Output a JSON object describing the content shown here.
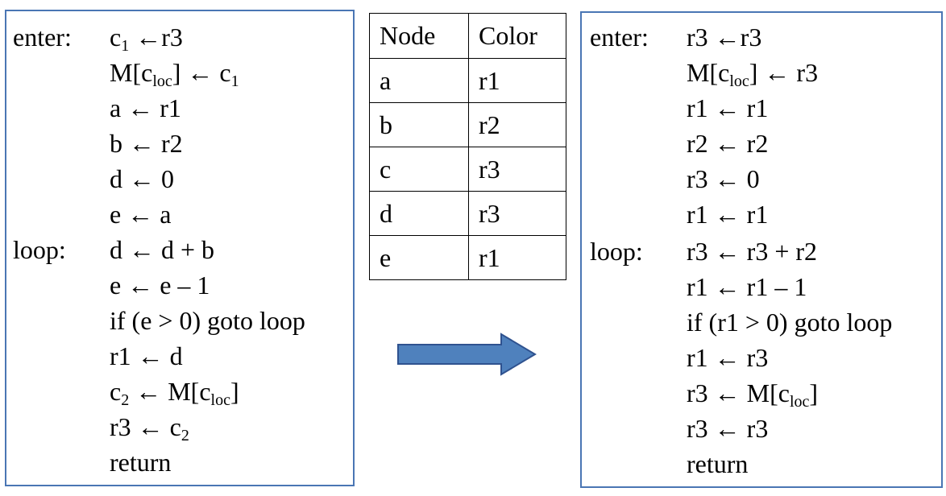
{
  "left": {
    "labels": {
      "enter": "enter:",
      "loop": "loop:"
    },
    "lines": [
      [
        "c",
        "1",
        " ←r3",
        "",
        ""
      ],
      [
        "M[c",
        "loc",
        "] ← c",
        "1",
        ""
      ],
      [
        "a ← r1",
        "",
        "",
        "",
        ""
      ],
      [
        "b ← r2",
        "",
        "",
        "",
        ""
      ],
      [
        "d ← 0",
        "",
        "",
        "",
        ""
      ],
      [
        "e ← a",
        "",
        "",
        "",
        ""
      ],
      [
        "d ← d + b",
        "",
        "",
        "",
        ""
      ],
      [
        "e ← e – 1",
        "",
        "",
        "",
        ""
      ],
      [
        "if (e > 0) goto loop",
        "",
        "",
        "",
        ""
      ],
      [
        "r1 ← d",
        "",
        "",
        "",
        ""
      ],
      [
        "c",
        "2",
        " ← M[c",
        "loc",
        "]"
      ],
      [
        "r3 ← c",
        "2",
        "",
        "",
        ""
      ],
      [
        "return",
        "",
        "",
        "",
        ""
      ]
    ]
  },
  "table": {
    "headers": [
      "Node",
      "Color"
    ],
    "rows": [
      [
        "a",
        "r1"
      ],
      [
        "b",
        "r2"
      ],
      [
        "c",
        "r3"
      ],
      [
        "d",
        "r3"
      ],
      [
        "e",
        "r1"
      ]
    ]
  },
  "right": {
    "labels": {
      "enter": "enter:",
      "loop": "loop:"
    },
    "lines": [
      [
        "r3 ←r3",
        "",
        ""
      ],
      [
        "M[c",
        "loc",
        "] ← r3"
      ],
      [
        "r1 ← r1",
        "",
        ""
      ],
      [
        "r2 ← r2",
        "",
        ""
      ],
      [
        "r3 ← 0",
        "",
        ""
      ],
      [
        "r1 ← r1",
        "",
        ""
      ],
      [
        "r3 ← r3 + r2",
        "",
        ""
      ],
      [
        "r1 ← r1 – 1",
        "",
        ""
      ],
      [
        "if (r1 > 0) goto loop",
        "",
        ""
      ],
      [
        "r1 ← r3",
        "",
        ""
      ],
      [
        "r3 ← M[c",
        "loc",
        "]"
      ],
      [
        "r3 ← r3",
        "",
        ""
      ],
      [
        "return",
        "",
        ""
      ]
    ]
  },
  "colors": {
    "box_border": "#4a76b4",
    "arrow_fill": "#4f81bd",
    "arrow_stroke": "#2f528f"
  },
  "icons": {
    "arrow": "right-arrow-icon"
  }
}
